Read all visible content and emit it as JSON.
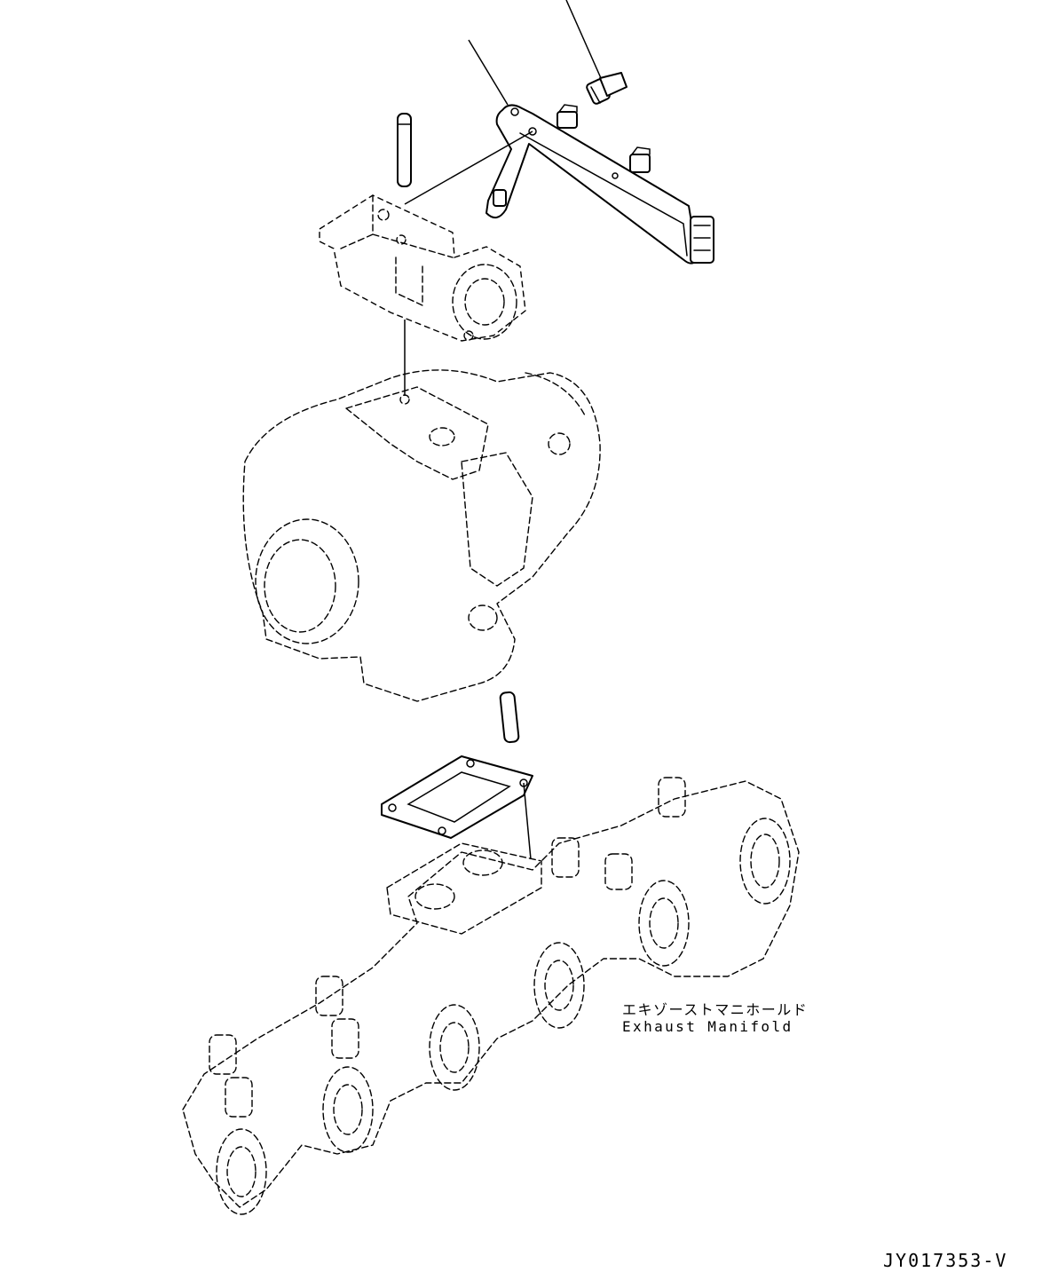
{
  "labels": {
    "part_name_jp": "エキゾーストマニホールド",
    "part_name_en": "Exhaust Manifold"
  },
  "drawing_code": "JY017353-V",
  "colors": {
    "line": "#000000",
    "background": "#ffffff"
  }
}
